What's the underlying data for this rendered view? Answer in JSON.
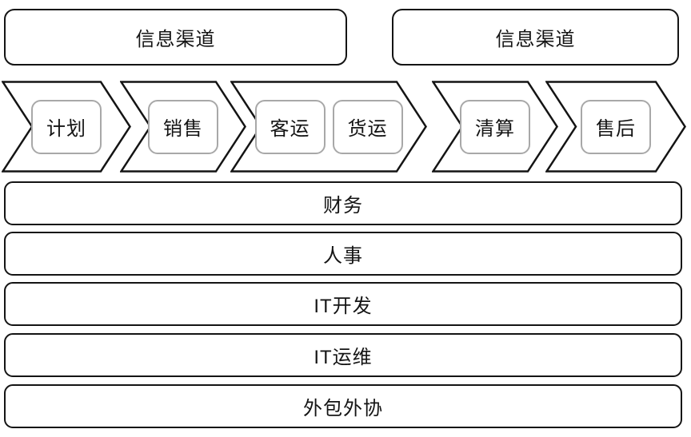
{
  "diagram": {
    "title_hint": "enterprise-process-architecture",
    "colors": {
      "outline": "#141414",
      "inner_box_border": "#a8a8a8",
      "fill": "#ffffff",
      "text": "#141414"
    },
    "channels": [
      {
        "label": "信息渠道"
      },
      {
        "label": "信息渠道"
      }
    ],
    "process_chain": [
      {
        "steps": [
          {
            "label": "计划"
          }
        ]
      },
      {
        "steps": [
          {
            "label": "销售"
          }
        ]
      },
      {
        "steps": [
          {
            "label": "客运"
          },
          {
            "label": "货运"
          }
        ]
      },
      {
        "steps": [
          {
            "label": "清算"
          }
        ]
      },
      {
        "steps": [
          {
            "label": "售后"
          }
        ]
      }
    ],
    "support_rows": [
      {
        "label": "财务"
      },
      {
        "label": "人事"
      },
      {
        "label": "IT开发"
      },
      {
        "label": "IT运维"
      },
      {
        "label": "外包外协"
      }
    ]
  }
}
